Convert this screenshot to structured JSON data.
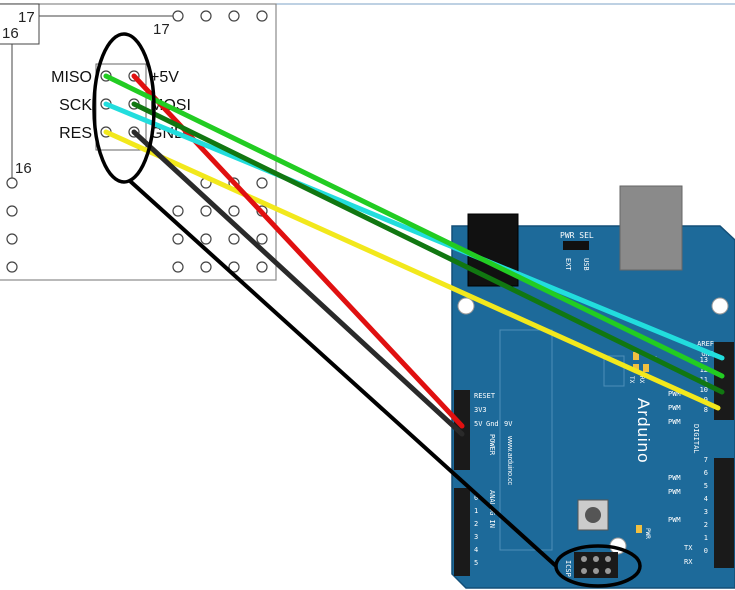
{
  "breadboard": {
    "label_top_left_a": "17",
    "label_top_left_b": "16",
    "label_top_right": "17",
    "label_side": "16"
  },
  "icsp_header": {
    "pins_left": [
      "MISO",
      "SCK",
      "RES"
    ],
    "pins_right": [
      "+5V",
      "MOSI",
      "GND"
    ]
  },
  "arduino": {
    "brand": "Arduino",
    "website": "www.arduino.cc",
    "pwr_sel": "PWR SEL",
    "ext": "EXT",
    "usb": "USB",
    "aref": "AREF",
    "gnd": "GND",
    "digital": "DIGITAL",
    "reset": "RESET",
    "v33": "3V3",
    "v5": "5V",
    "gnd_power": "Gnd",
    "vin": "9V",
    "power": "POWER",
    "analog_in": "ANALOG IN",
    "icsp": "ICSP",
    "pwm": "PWM",
    "tx": "TX",
    "rx": "RX",
    "rx_led": "RX",
    "tx_led": "TX",
    "led_13": "L",
    "pwr_led": "PWR",
    "digital_pins": [
      "13",
      "12",
      "11",
      "10",
      "9",
      "8",
      "7",
      "6",
      "5",
      "4",
      "3",
      "2",
      "1",
      "0"
    ],
    "analog_pins": [
      "0",
      "1",
      "2",
      "3",
      "4",
      "5"
    ]
  },
  "wire_colors": {
    "miso": "#22cc22",
    "sck": "#22dddd",
    "reset": "#f2e81c",
    "vcc": "#e01010",
    "mosi": "#117711",
    "gnd": "#2a2a2a",
    "annotation": "#000000"
  },
  "board_colors": {
    "pcb": "#1d6a9a",
    "header": "#1a1a1a",
    "usb": "#8a8a8a"
  }
}
